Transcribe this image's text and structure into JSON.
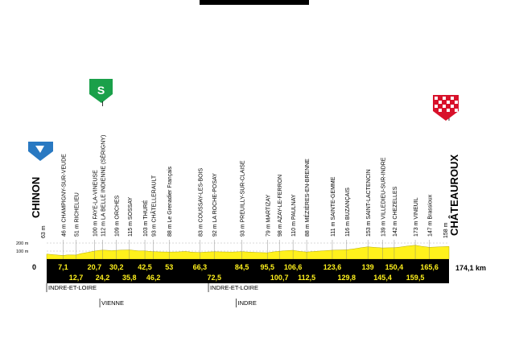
{
  "chart_data": {
    "type": "area",
    "title": "",
    "distance_unit": "km",
    "total_distance_label": "174,1 km",
    "start_km_label": "0",
    "y_axis": {
      "unit": "m",
      "ticks": [
        {
          "value": 100,
          "label": "100 m"
        },
        {
          "value": 200,
          "label": "200 m"
        }
      ]
    },
    "ylim": [
      0,
      250
    ],
    "start": {
      "name": "CHINON",
      "altitude_label": "63 m",
      "km": 0
    },
    "finish": {
      "name": "CHÂTEAUROUX",
      "altitude_label": "158 m",
      "km": 174.1
    },
    "sprint": {
      "symbol": "S",
      "km": 24.2
    },
    "places": [
      {
        "label": "46 m CHAMPIGNY-SUR-VEUDE",
        "km": 7.1
      },
      {
        "label": "51 m RICHELIEU",
        "km": 12.7
      },
      {
        "label": "100 m FAYE-LA-VINEUSE",
        "km": 20.7
      },
      {
        "label": "112 m LA BELLE INDIENNE (SÉRIGNY)",
        "km": 24.2
      },
      {
        "label": "109 m ORCHES",
        "km": 30.2
      },
      {
        "label": "115 m SOSSAY",
        "km": 35.8
      },
      {
        "label": "103 m THURÉ",
        "km": 42.5
      },
      {
        "label": "93 m CHÂTELLERAULT",
        "km": 46.2
      },
      {
        "label": "88 m Le Grenadier Français",
        "km": 53
      },
      {
        "label": "83 m COUSSAY-LES-BOIS",
        "km": 66.3
      },
      {
        "label": "92 m LA ROCHE-POSAY",
        "km": 72.5
      },
      {
        "label": "93 m PREUILLY-SUR-CLAISE",
        "km": 84.5
      },
      {
        "label": "79 m MARTIZAY",
        "km": 95.5
      },
      {
        "label": "98 m AZAY-LE-FERRON",
        "km": 100.7
      },
      {
        "label": "110 m PAULNAY",
        "km": 106.6
      },
      {
        "label": "88 m MÉZIÈRES-EN-BRENNE",
        "km": 112.5
      },
      {
        "label": "111 m SAINTE-GEMME",
        "km": 123.6
      },
      {
        "label": "116 m BUZANÇAIS",
        "km": 129.8
      },
      {
        "label": "153 m SAINT-LACTENCIN",
        "km": 139
      },
      {
        "label": "139 m VILLEDIEU-SUR-INDRE",
        "km": 145.4
      },
      {
        "label": "142 m CHEZELLES",
        "km": 150.4
      },
      {
        "label": "173 m VINEUIL",
        "km": 159.5
      },
      {
        "label": "147 m Brassioux",
        "km": 165.6
      }
    ],
    "km_markers": [
      {
        "label": "7,1",
        "km": 7.1,
        "row": 1
      },
      {
        "label": "12,7",
        "km": 12.7,
        "row": 2
      },
      {
        "label": "20,7",
        "km": 20.7,
        "row": 1
      },
      {
        "label": "24,2",
        "km": 24.2,
        "row": 2
      },
      {
        "label": "30,2",
        "km": 30.2,
        "row": 1
      },
      {
        "label": "35,8",
        "km": 35.8,
        "row": 2
      },
      {
        "label": "42,5",
        "km": 42.5,
        "row": 1
      },
      {
        "label": "46,2",
        "km": 46.2,
        "row": 2
      },
      {
        "label": "53",
        "km": 53,
        "row": 1
      },
      {
        "label": "66,3",
        "km": 66.3,
        "row": 1
      },
      {
        "label": "72,5",
        "km": 72.5,
        "row": 2
      },
      {
        "label": "84,5",
        "km": 84.5,
        "row": 1
      },
      {
        "label": "95,5",
        "km": 95.5,
        "row": 1
      },
      {
        "label": "100,7",
        "km": 100.7,
        "row": 2
      },
      {
        "label": "106,6",
        "km": 106.6,
        "row": 1
      },
      {
        "label": "112,5",
        "km": 112.5,
        "row": 2
      },
      {
        "label": "123,6",
        "km": 123.6,
        "row": 1
      },
      {
        "label": "129,8",
        "km": 129.8,
        "row": 2
      },
      {
        "label": "139",
        "km": 139,
        "row": 1
      },
      {
        "label": "145,4",
        "km": 145.4,
        "row": 2
      },
      {
        "label": "150,4",
        "km": 150.4,
        "row": 1
      },
      {
        "label": "159,5",
        "km": 159.5,
        "row": 2
      },
      {
        "label": "165,6",
        "km": 165.6,
        "row": 1
      }
    ],
    "regions": [
      {
        "name": "INDRE-ET-LOIRE",
        "km": 0,
        "row": 1
      },
      {
        "name": "VIENNE",
        "km": 23,
        "row": 2
      },
      {
        "name": "INDRE-ET-LOIRE",
        "km": 70,
        "row": 1
      },
      {
        "name": "INDRE",
        "km": 82,
        "row": 2
      }
    ],
    "profile": [
      [
        0,
        63
      ],
      [
        3,
        55
      ],
      [
        5,
        50
      ],
      [
        7.1,
        46
      ],
      [
        9,
        52
      ],
      [
        12.7,
        51
      ],
      [
        15,
        70
      ],
      [
        18,
        85
      ],
      [
        20.7,
        100
      ],
      [
        22.5,
        108
      ],
      [
        24.2,
        112
      ],
      [
        26,
        110
      ],
      [
        28,
        105
      ],
      [
        30.2,
        109
      ],
      [
        32,
        112
      ],
      [
        35.8,
        115
      ],
      [
        38,
        108
      ],
      [
        40,
        102
      ],
      [
        42.5,
        103
      ],
      [
        44,
        98
      ],
      [
        46.2,
        93
      ],
      [
        49,
        90
      ],
      [
        53,
        88
      ],
      [
        57,
        90
      ],
      [
        60,
        96
      ],
      [
        63,
        86
      ],
      [
        66.3,
        83
      ],
      [
        69,
        88
      ],
      [
        72.5,
        92
      ],
      [
        76,
        90
      ],
      [
        80,
        88
      ],
      [
        84.5,
        93
      ],
      [
        88,
        87
      ],
      [
        92,
        82
      ],
      [
        95.5,
        79
      ],
      [
        98,
        90
      ],
      [
        100.7,
        98
      ],
      [
        103,
        104
      ],
      [
        106.6,
        110
      ],
      [
        109,
        98
      ],
      [
        112.5,
        88
      ],
      [
        116,
        96
      ],
      [
        120,
        104
      ],
      [
        123.6,
        111
      ],
      [
        127,
        114
      ],
      [
        129.8,
        116
      ],
      [
        133,
        128
      ],
      [
        136,
        142
      ],
      [
        139,
        153
      ],
      [
        142,
        146
      ],
      [
        145.4,
        139
      ],
      [
        148,
        141
      ],
      [
        150.4,
        142
      ],
      [
        153,
        150
      ],
      [
        156,
        162
      ],
      [
        159.5,
        173
      ],
      [
        162,
        160
      ],
      [
        165.6,
        147
      ],
      [
        168,
        150
      ],
      [
        171,
        154
      ],
      [
        174.1,
        158
      ]
    ],
    "colors": {
      "profile_fill": "#fff11c",
      "band": "#000000",
      "km_text": "#fff11c",
      "start_flag": "#2979c2",
      "sprint_flag": "#1aa04a",
      "finish_flag": "#d8112a"
    }
  }
}
